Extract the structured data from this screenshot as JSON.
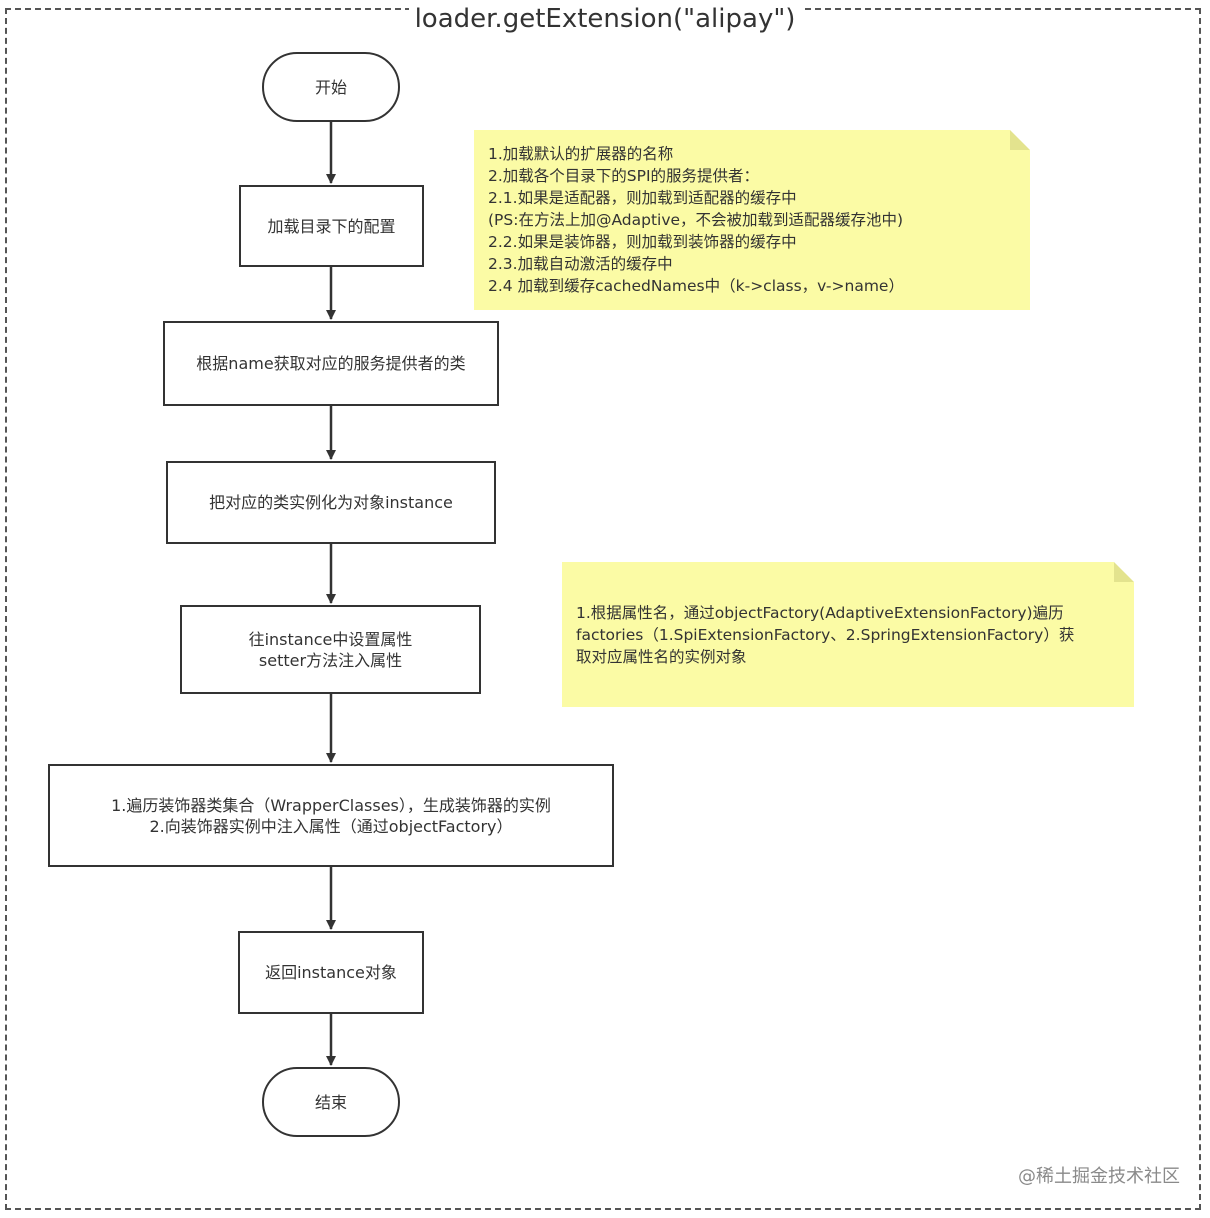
{
  "diagram": {
    "title": "loader.getExtension(\"alipay\")",
    "nodes": {
      "start": "开始",
      "load_config": "加载目录下的配置",
      "get_class": "根据name获取对应的服务提供者的类",
      "instantiate": "把对应的类实例化为对象instance",
      "set_props": [
        "往instance中设置属性",
        "setter方法注入属性"
      ],
      "wrappers": [
        "1.遍历装饰器类集合（WrapperClasses），生成装饰器的实例",
        "2.向装饰器实例中注入属性（通过objectFactory）"
      ],
      "return_instance": "返回instance对象",
      "end": "结束"
    },
    "notes": {
      "load_note": [
        "1.加载默认的扩展器的名称",
        "2.加载各个目录下的SPI的服务提供者：",
        "2.1.如果是适配器，则加载到适配器的缓存中",
        "(PS:在方法上加@Adaptive，不会被加载到适配器缓存池中)",
        "2.2.如果是装饰器，则加载到装饰器的缓存中",
        "2.3.加载自动激活的缓存中",
        "2.4 加载到缓存cachedNames中（k->class，v->name）"
      ],
      "inject_note": [
        "1.根据属性名，通过objectFactory(AdaptiveExtensionFactory)遍历",
        "factories（1.SpiExtensionFactory、2.SpringExtensionFactory）获",
        "取对应属性名的实例对象"
      ]
    },
    "watermark": "@稀土掘金技术社区",
    "colors": {
      "note_fill": "#fbfba5",
      "stroke": "#333333"
    }
  }
}
